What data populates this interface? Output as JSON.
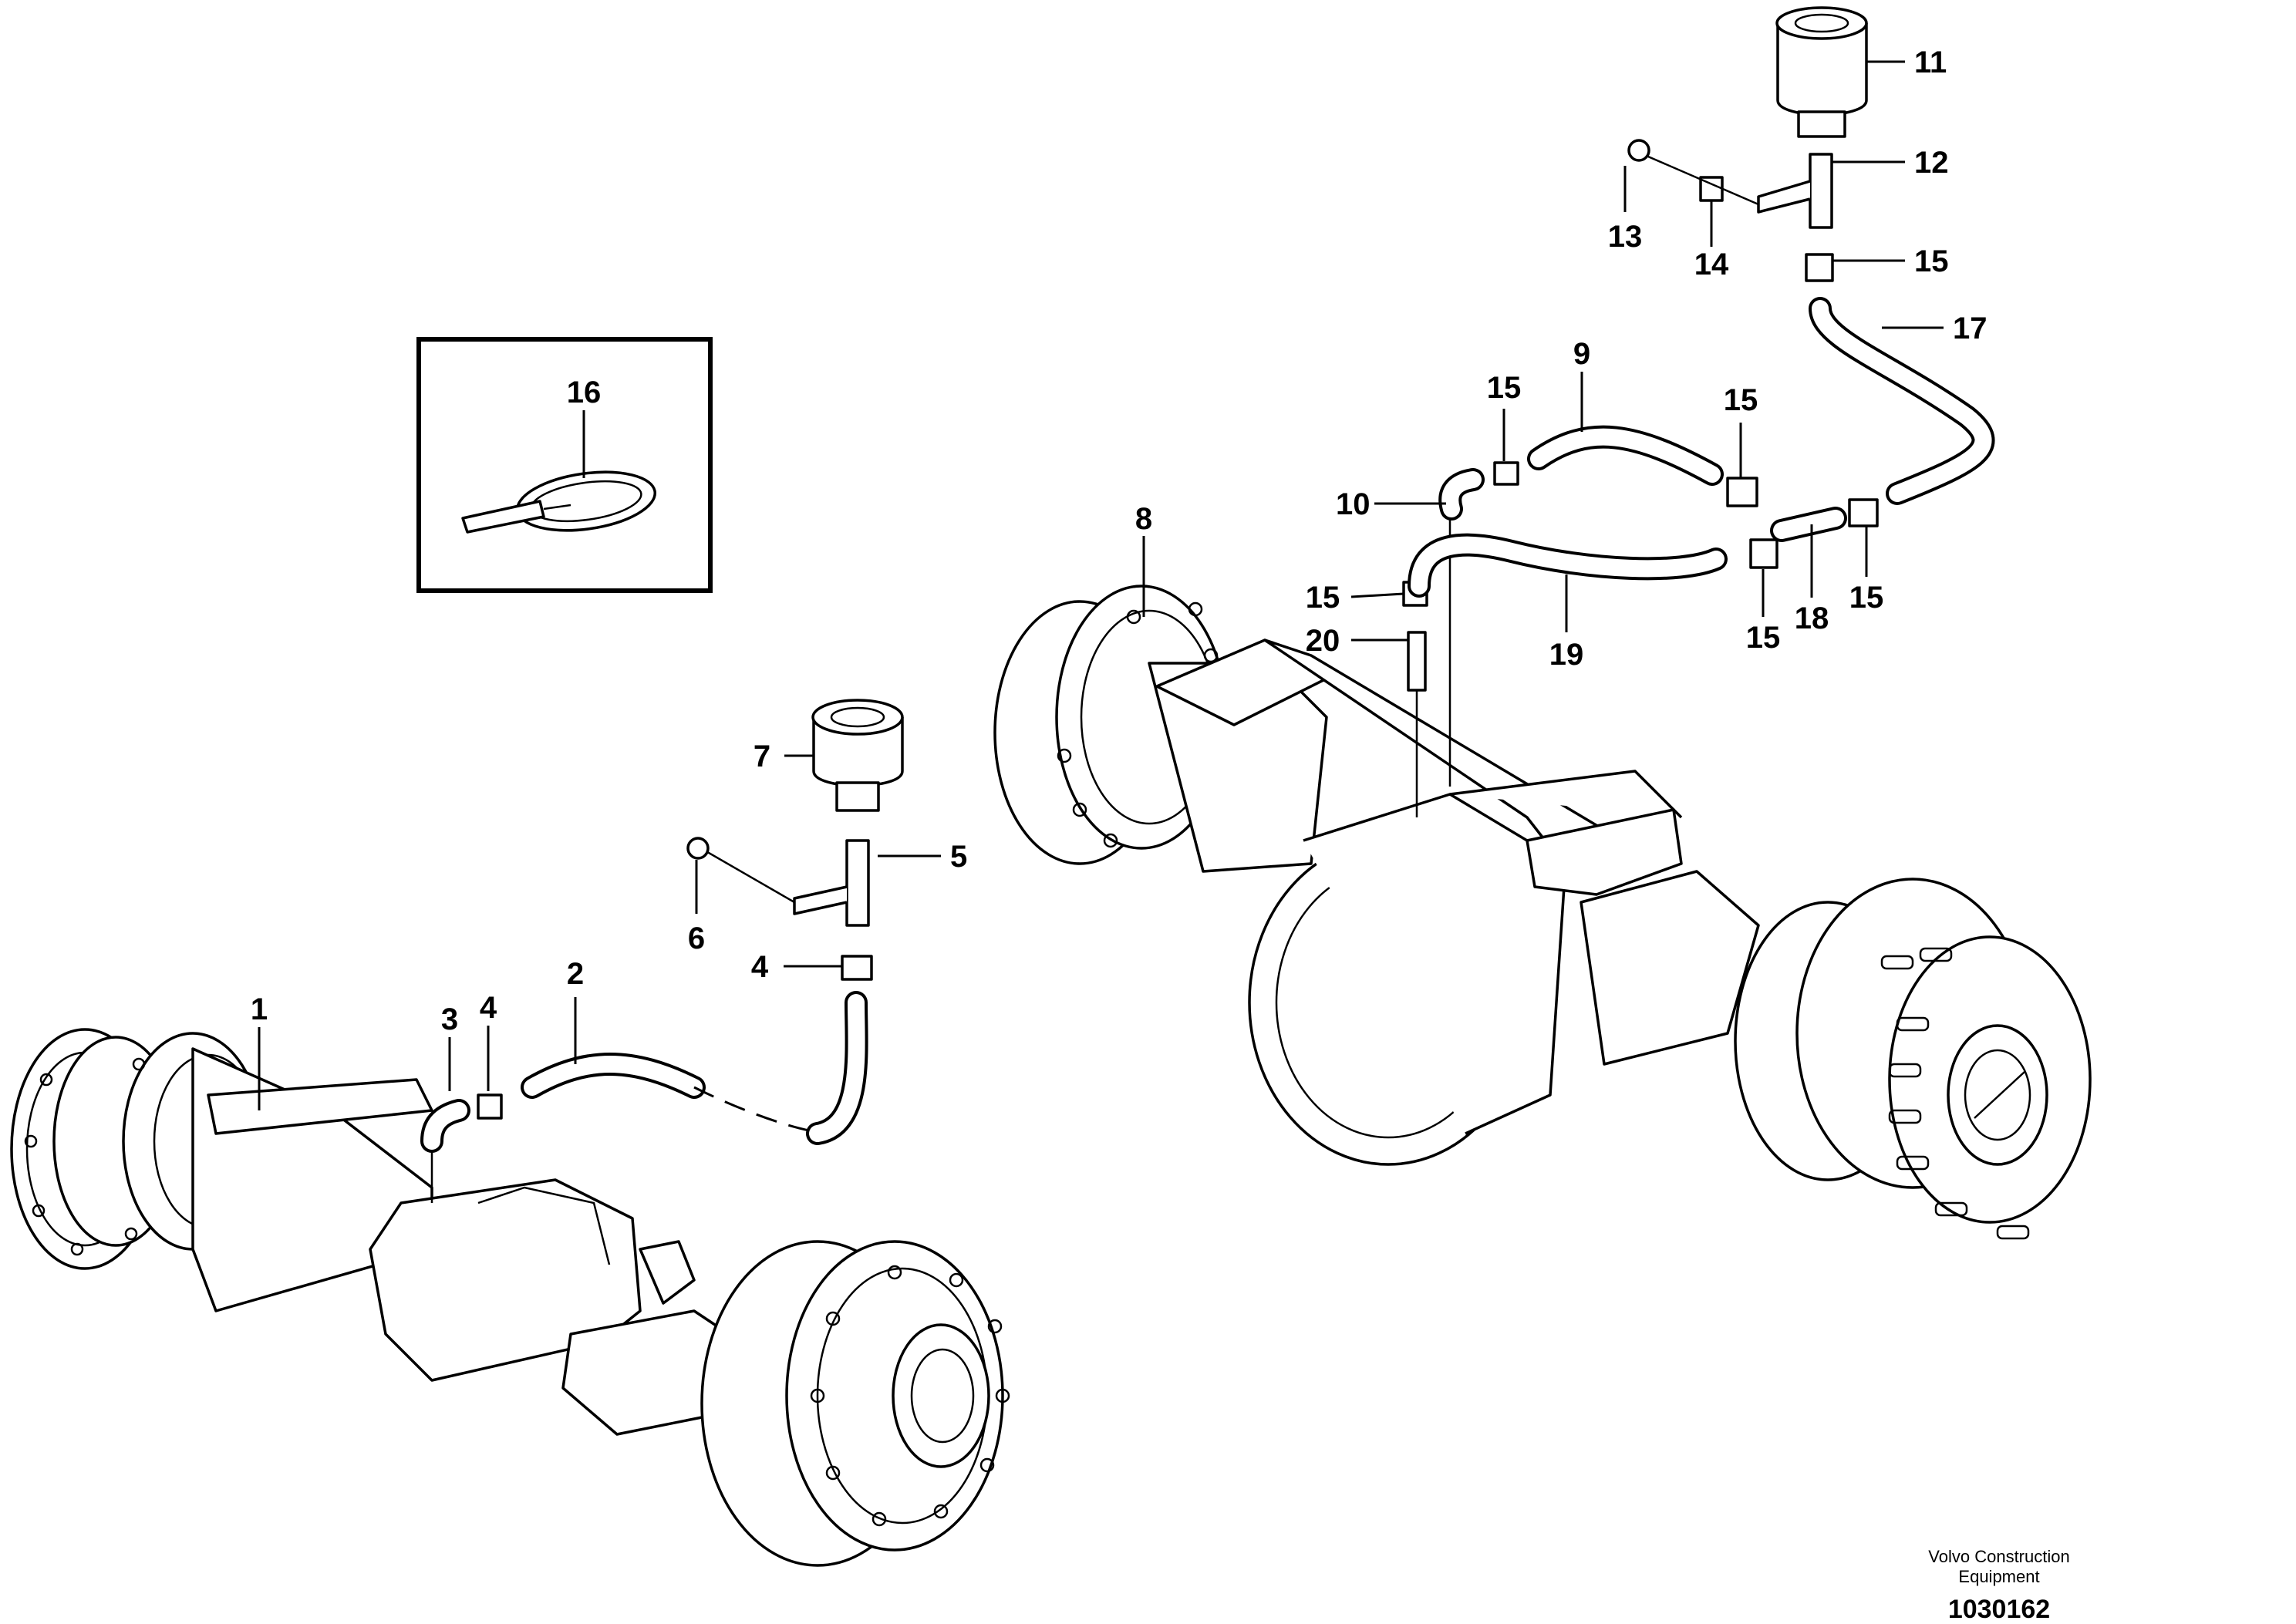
{
  "callouts": {
    "c1": "1",
    "c2": "2",
    "c3": "3",
    "c4a": "4",
    "c4b": "4",
    "c5": "5",
    "c6": "6",
    "c7": "7",
    "c8": "8",
    "c9": "9",
    "c10": "10",
    "c11": "11",
    "c12": "12",
    "c13": "13",
    "c14": "14",
    "c15a": "15",
    "c15b": "15",
    "c15c": "15",
    "c15d": "15",
    "c15e": "15",
    "c15f": "15",
    "c16": "16",
    "c17": "17",
    "c18": "18",
    "c19": "19",
    "c20": "20"
  },
  "footer": {
    "company_line1": "Volvo Construction",
    "company_line2": "Equipment",
    "drawing_number": "1030162"
  }
}
